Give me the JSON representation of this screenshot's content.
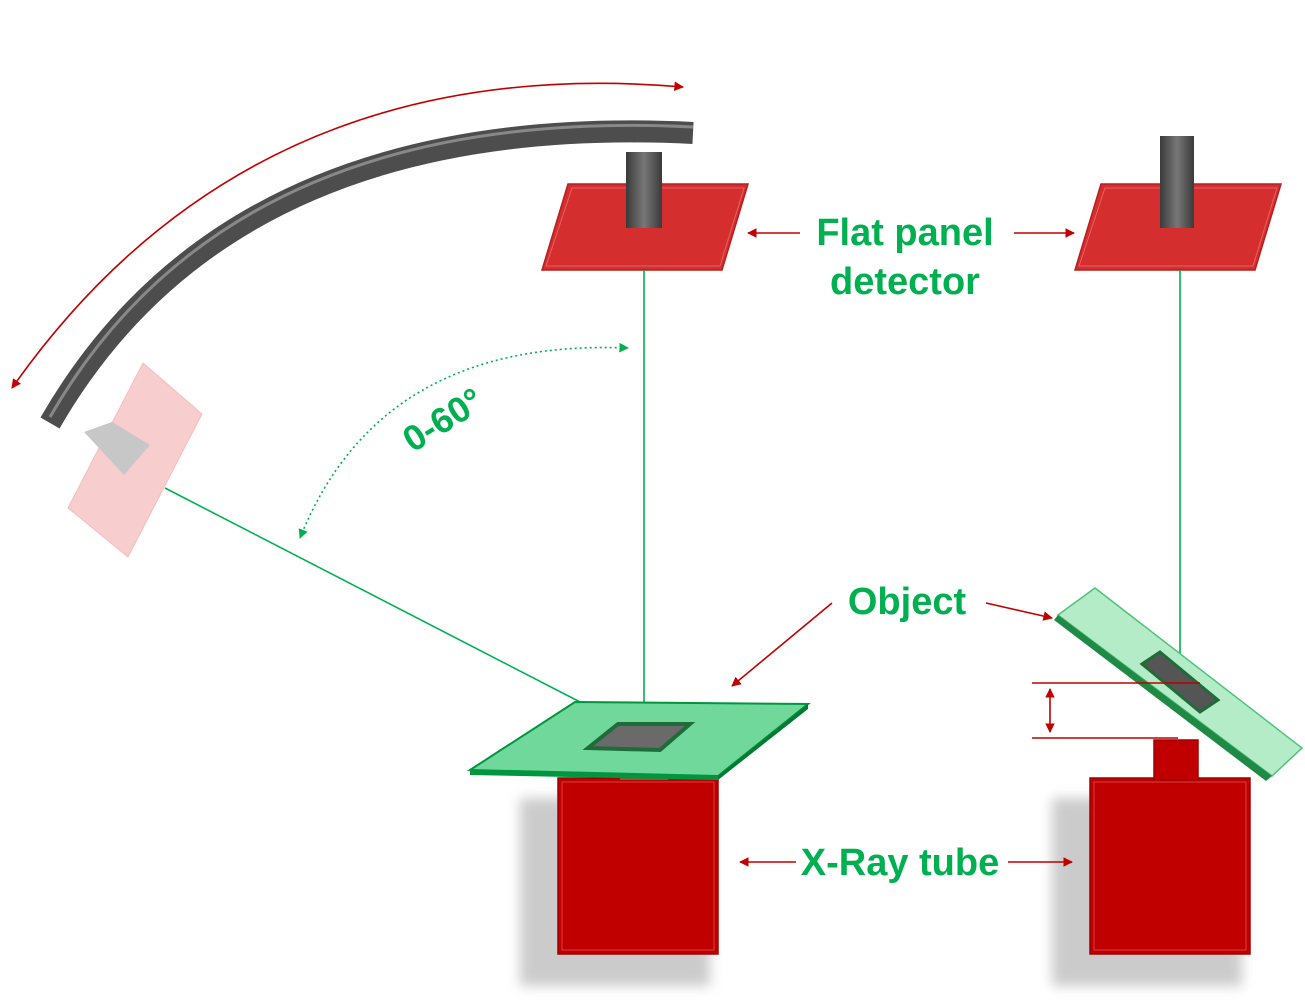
{
  "labels": {
    "detector_line1": "Flat panel",
    "detector_line2": "detector",
    "object": "Object",
    "xray_tube": "X-Ray tube",
    "angle": "0-60°"
  },
  "colors": {
    "label_green": "#00b050",
    "beam_green": "#00b050",
    "detector_red": "#d42e2e",
    "tube_red": "#c00000",
    "arrow_red": "#c00000",
    "arc_gray": "#4d4d4d",
    "object_green": "#3cc76e",
    "ghost_pink": "#f2a5a5"
  }
}
